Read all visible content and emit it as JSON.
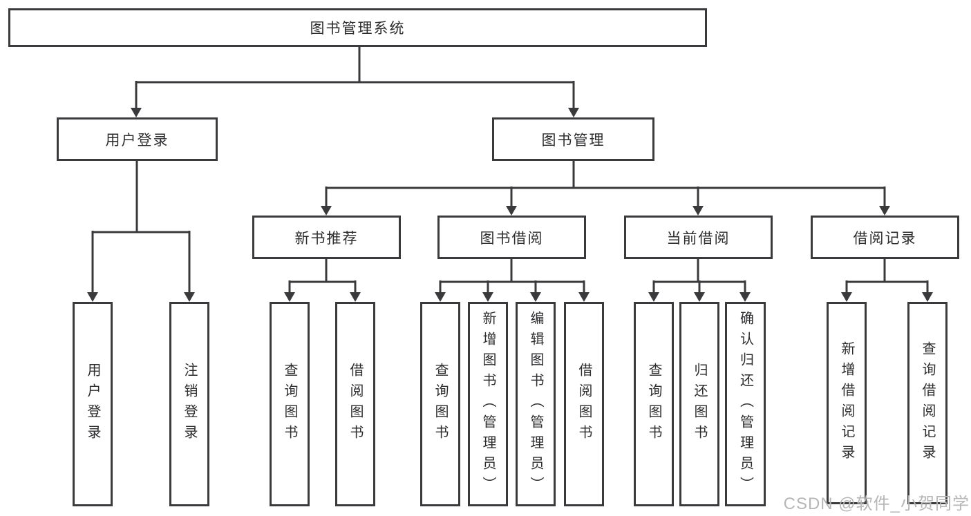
{
  "diagram": {
    "root": {
      "label": "图书管理系统"
    },
    "branches": [
      {
        "label": "用户登录",
        "children": [
          {
            "label": "用户登录"
          },
          {
            "label": "注销登录"
          }
        ]
      },
      {
        "label": "图书管理",
        "children": [
          {
            "label": "新书推荐",
            "children": [
              {
                "label": "查询图书"
              },
              {
                "label": "借阅图书"
              }
            ]
          },
          {
            "label": "图书借阅",
            "children": [
              {
                "label": "查询图书"
              },
              {
                "label": "新增图书（管理员）"
              },
              {
                "label": "编辑图书（管理员）"
              },
              {
                "label": "借阅图书"
              }
            ]
          },
          {
            "label": "当前借阅",
            "children": [
              {
                "label": "查询图书"
              },
              {
                "label": "归还图书"
              },
              {
                "label": "确认归还（管理员）"
              }
            ]
          },
          {
            "label": "借阅记录",
            "children": [
              {
                "label": "新增借阅记录"
              },
              {
                "label": "查询借阅记录"
              }
            ]
          }
        ]
      }
    ]
  },
  "watermark": {
    "text": "CSDN @软件_小贺同学"
  },
  "colors": {
    "line": "#3a3a3c",
    "box_border": "#3a3a3c",
    "text": "#2d2d2f",
    "watermark": "#b6b6b6",
    "background": "#ffffff"
  }
}
